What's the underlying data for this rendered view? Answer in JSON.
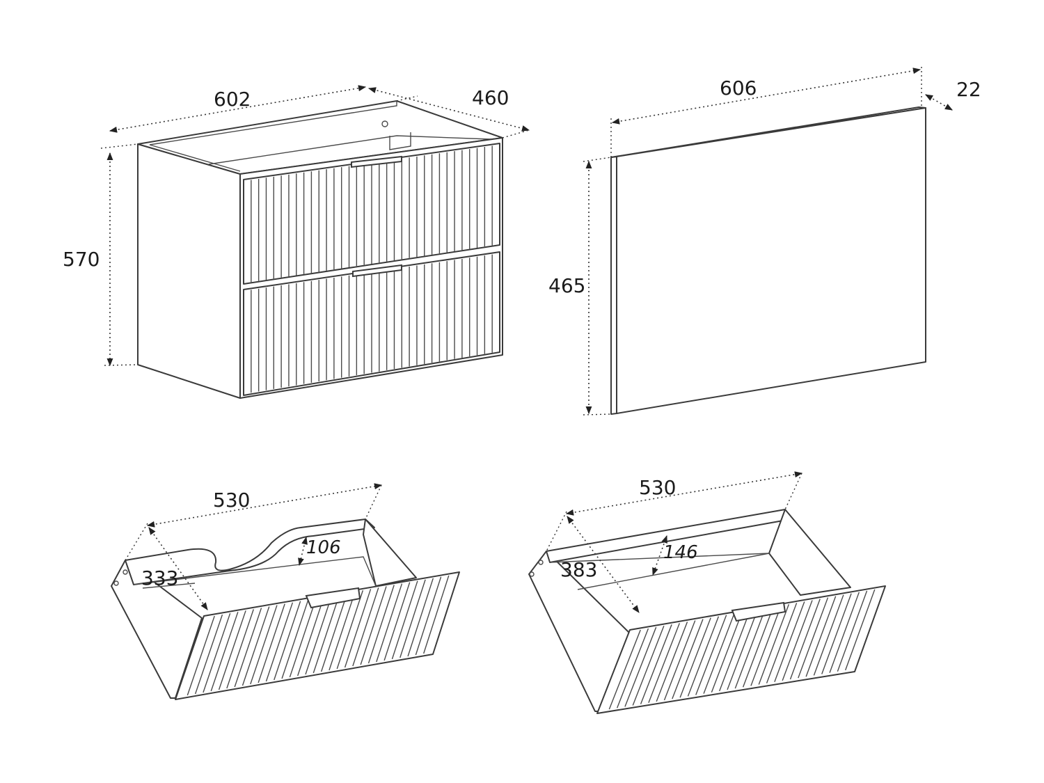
{
  "colors": {
    "line": "#3a3a3a",
    "background": "#ffffff"
  },
  "cabinet": {
    "width": "602",
    "depth": "460",
    "height": "570"
  },
  "mirror": {
    "width": "606",
    "thickness": "22",
    "height": "465"
  },
  "drawer_top": {
    "width": "530",
    "depth": "333",
    "height": "106"
  },
  "drawer_bottom": {
    "width": "530",
    "depth": "383",
    "height": "146"
  }
}
